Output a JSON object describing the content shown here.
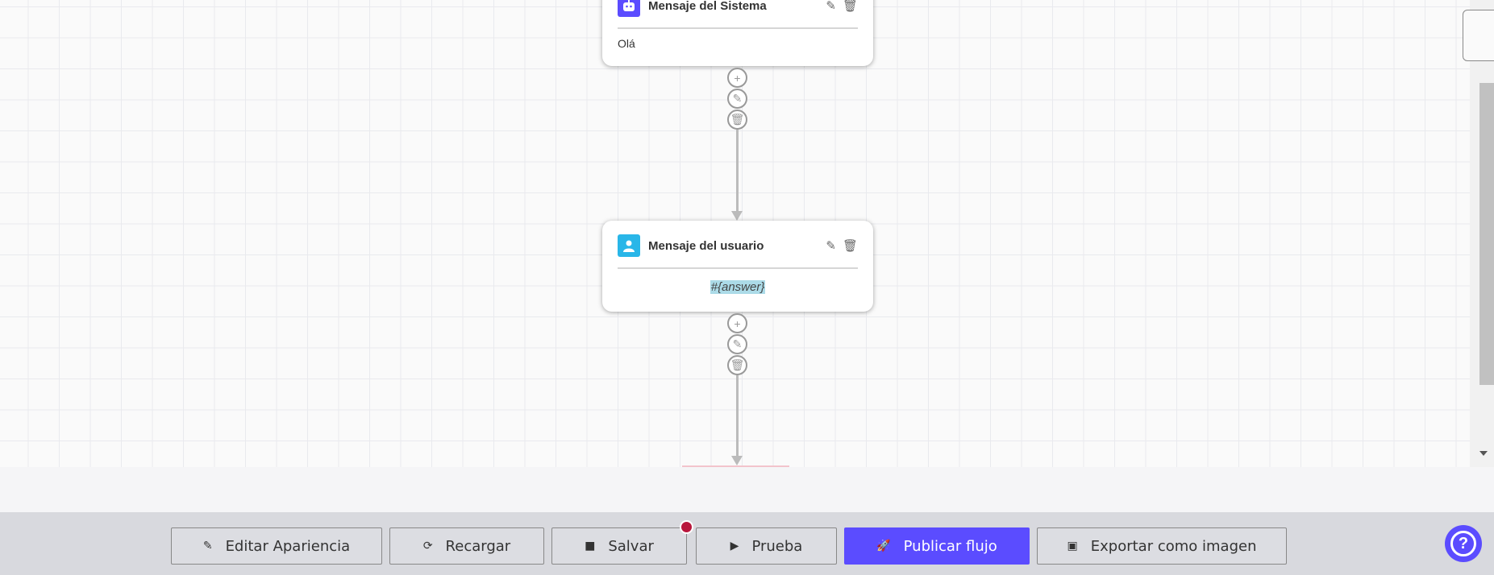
{
  "nodes": [
    {
      "title": "Mensaje del Sistema",
      "body": "Olá",
      "icon": "robot-icon",
      "color": "#5b4cff"
    },
    {
      "title": "Mensaje del usuario",
      "body": "#{answer}",
      "icon": "user-icon",
      "color": "#29b6e8"
    }
  ],
  "footer": {
    "edit_appearance": "Editar Apariencia",
    "reload": "Recargar",
    "save": "Salvar",
    "test": "Prueba",
    "publish": "Publicar flujo",
    "export": "Exportar como imagen"
  },
  "colors": {
    "accent": "#5b4cff",
    "unsaved_dot": "#b8163c"
  }
}
